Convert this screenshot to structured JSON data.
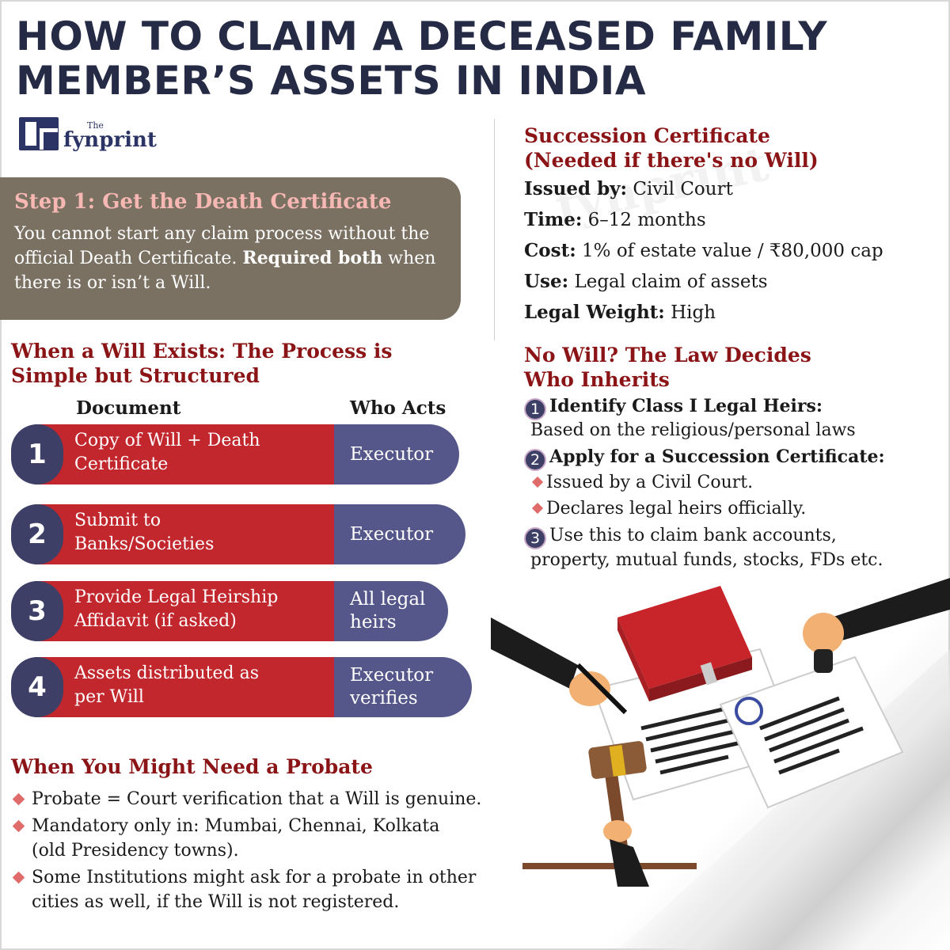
{
  "title": "HOW TO CLAIM A DECEASED FAMILY MEMBER’S ASSETS IN INDIA",
  "logo": {
    "the": "The",
    "name": "fynprint"
  },
  "watermark": "The fynprint",
  "step1": {
    "title": "Step 1: Get the Death Certificate",
    "body_plain": "You cannot start any claim process without the official Death Certificate. ",
    "body_bold": "Required both",
    "body_tail": " when there is or isn’t a Will."
  },
  "will_section": {
    "heading_line1": "When a Will Exists: The Process is",
    "heading_line2": "Simple but Structured",
    "col_document": "Document",
    "col_who": "Who Acts",
    "rows": [
      {
        "num": "1",
        "doc_line1": "Copy of Will + Death",
        "doc_line2": "Certificate",
        "who_line1": "Executor",
        "who_line2": ""
      },
      {
        "num": "2",
        "doc_line1": "Submit to",
        "doc_line2": "Banks/Societies",
        "who_line1": "Executor",
        "who_line2": ""
      },
      {
        "num": "3",
        "doc_line1": "Provide Legal Heirship",
        "doc_line2": "Affidavit (if asked)",
        "who_line1": "All legal",
        "who_line2": "heirs"
      },
      {
        "num": "4",
        "doc_line1": "Assets distributed as",
        "doc_line2": "per Will",
        "who_line1": "Executor",
        "who_line2": "verifies"
      }
    ]
  },
  "probate": {
    "heading": "When You Might Need a Probate",
    "items": [
      {
        "line1": "Probate = Court verification that a Will is genuine.",
        "line2": ""
      },
      {
        "line1": "Mandatory only in: Mumbai, Chennai, Kolkata",
        "line2": "(old Presidency towns)."
      },
      {
        "line1": "Some Institutions might ask for a probate in other",
        "line2": "cities as well, if the Will is not registered."
      }
    ]
  },
  "succession": {
    "heading_line1": "Succession Certificate",
    "heading_line2": "(Needed if there's no Will)",
    "items": [
      {
        "label": "Issued by:",
        "value": " Civil Court"
      },
      {
        "label": "Time:",
        "value": " 6–12 months"
      },
      {
        "label": "Cost:",
        "value": " 1% of estate value / ₹80,000 cap"
      },
      {
        "label": "Use:",
        "value": " Legal claim of assets"
      },
      {
        "label": "Legal Weight:",
        "value": " High"
      }
    ]
  },
  "no_will": {
    "heading_line1": "No Will? The Law Decides",
    "heading_line2": "Who Inherits",
    "step1_num": "1",
    "step1_title": "Identify Class I Legal Heirs:",
    "step1_body": "Based on the  religious/personal laws",
    "step2_num": "2",
    "step2_title": "Apply for a Succession Certificate:",
    "step2_sub1": "Issued by a Civil Court.",
    "step2_sub2": "Declares legal heirs officially.",
    "step3_num": "3",
    "step3_line1": "Use this to claim bank accounts,",
    "step3_line2": "property, mutual funds, stocks, FDs etc."
  },
  "colors": {
    "title": "#262b45",
    "heading_red": "#8b1416",
    "step_box": "#7a7163",
    "step_title": "#f7b8b3",
    "row_red": "#c2272d",
    "row_purple": "#55578a",
    "number_circle": "#3d3f66",
    "diamond": "#e06b6b"
  }
}
